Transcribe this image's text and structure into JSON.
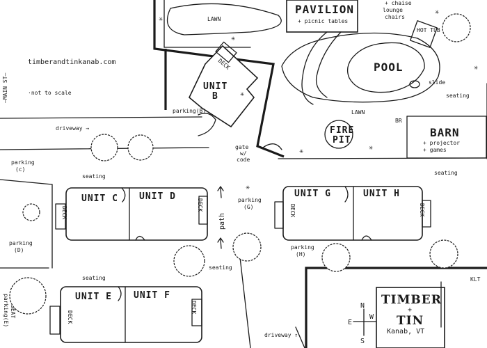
{
  "site": {
    "website": "timberandtinkanab.com",
    "scale_note": "·not to scale",
    "street": "—MAIN ST—",
    "signature": "KLT"
  },
  "common": {
    "pavilion": "PAVILION",
    "pavilion_note": "+ picnic tables",
    "lawn_top": "LAWN",
    "lawn_mid": "LAWN",
    "pool": "POOL",
    "hot_tub": "HOT TUB",
    "chaise": [
      "+ chaise",
      "lounge",
      "chairs"
    ],
    "slide": "slide",
    "fire_pit": [
      "FIRE",
      "PIT"
    ],
    "barn": "BARN",
    "barn_abbr": "BR",
    "barn_notes": [
      "+ projector",
      "+ games"
    ],
    "gate": [
      "gate",
      "w/",
      "code"
    ]
  },
  "units": {
    "b": [
      "UNIT",
      "B"
    ],
    "c": "UNIT C",
    "d": "UNIT D",
    "e": "UNIT E",
    "f": "UNIT F",
    "g": "UNIT G",
    "h": "UNIT H",
    "deck": "DECK"
  },
  "labels": {
    "parking_b": "parking(B)",
    "parking_c": [
      "parking",
      "(c)"
    ],
    "parking_d": [
      "parking",
      "(D)"
    ],
    "parking_g": [
      "parking",
      "(G)"
    ],
    "parking_h": [
      "parking",
      "(H)"
    ],
    "parking_e": "parking(E)",
    "driveway_top": "driveway →",
    "driveway_bottom": "driveway ↑",
    "path": "path",
    "seating": "seating",
    "seat_fragment": "SEAT"
  },
  "brand": {
    "title_line1": "TIMBER",
    "title_plus": "+",
    "title_line2": "TIN",
    "location": "Kanab, VT"
  },
  "compass": {
    "n": "N",
    "s": "S",
    "e": "E",
    "w": "W"
  }
}
